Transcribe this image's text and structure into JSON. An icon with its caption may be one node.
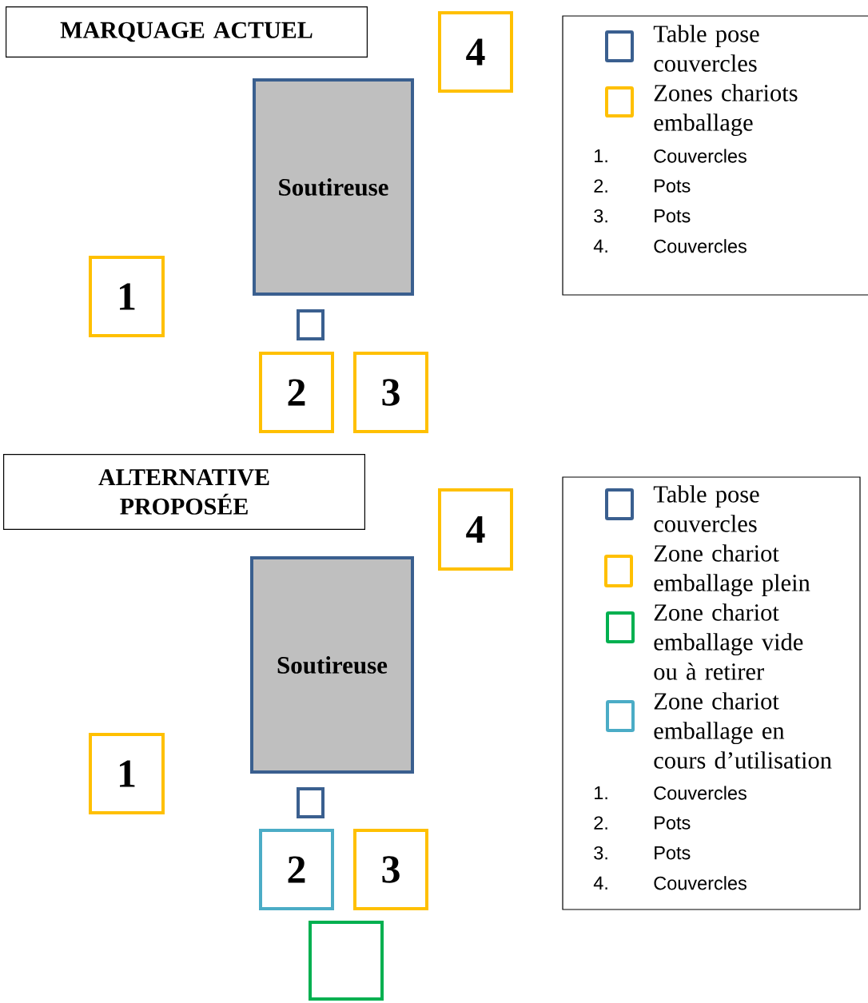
{
  "diagram": {
    "nodes": [
      {
        "text": [
          "MARQUAGE ACTUEL"
        ]
      },
      {
        "text": [
          "4"
        ]
      },
      {
        "text": [
          "Soutireuse"
        ]
      },
      {
        "text": [
          "1"
        ]
      },
      {
        "text": [],
        "shape": "box"
      },
      {
        "text": [
          "2"
        ]
      },
      {
        "text": [
          "3"
        ]
      },
      {
        "text": [
          "ALTERNATIVE PROPOSÉE"
        ]
      },
      {
        "text": [
          "4"
        ]
      },
      {
        "text": [
          "Soutireuse"
        ]
      },
      {
        "text": [
          "1"
        ]
      },
      {
        "text": [],
        "shape": "box"
      },
      {
        "text": [
          "2"
        ]
      },
      {
        "text": [
          "3"
        ]
      },
      {
        "text": [],
        "shape": "box"
      }
    ],
    "edges": [],
    "labels": [
      "1.",
      "Couvercles",
      "2.",
      "Pots",
      "3.",
      "Pots",
      "4.",
      "Couvercles",
      "1.",
      "Couvercles",
      "2.",
      "Pots",
      "3.",
      "Pots",
      "4.",
      "Couvercles"
    ],
    "legend": [
      {
        "text": "Table pose couvercles",
        "color": "#3a5f8f"
      },
      {
        "text": "Zones chariots emballage",
        "color": "#ffc000"
      },
      {
        "text": "Table pose couvercles",
        "color": "#3a5f8f"
      },
      {
        "text": "Zone chariot emballage plein",
        "color": "#ffc000"
      },
      {
        "text": "Zone chariot emballage vide ou à retirer",
        "color": "#00b050"
      },
      {
        "text": "Zone chariot emballage en cours d’utilisation",
        "color": "#4bacc6"
      }
    ]
  }
}
